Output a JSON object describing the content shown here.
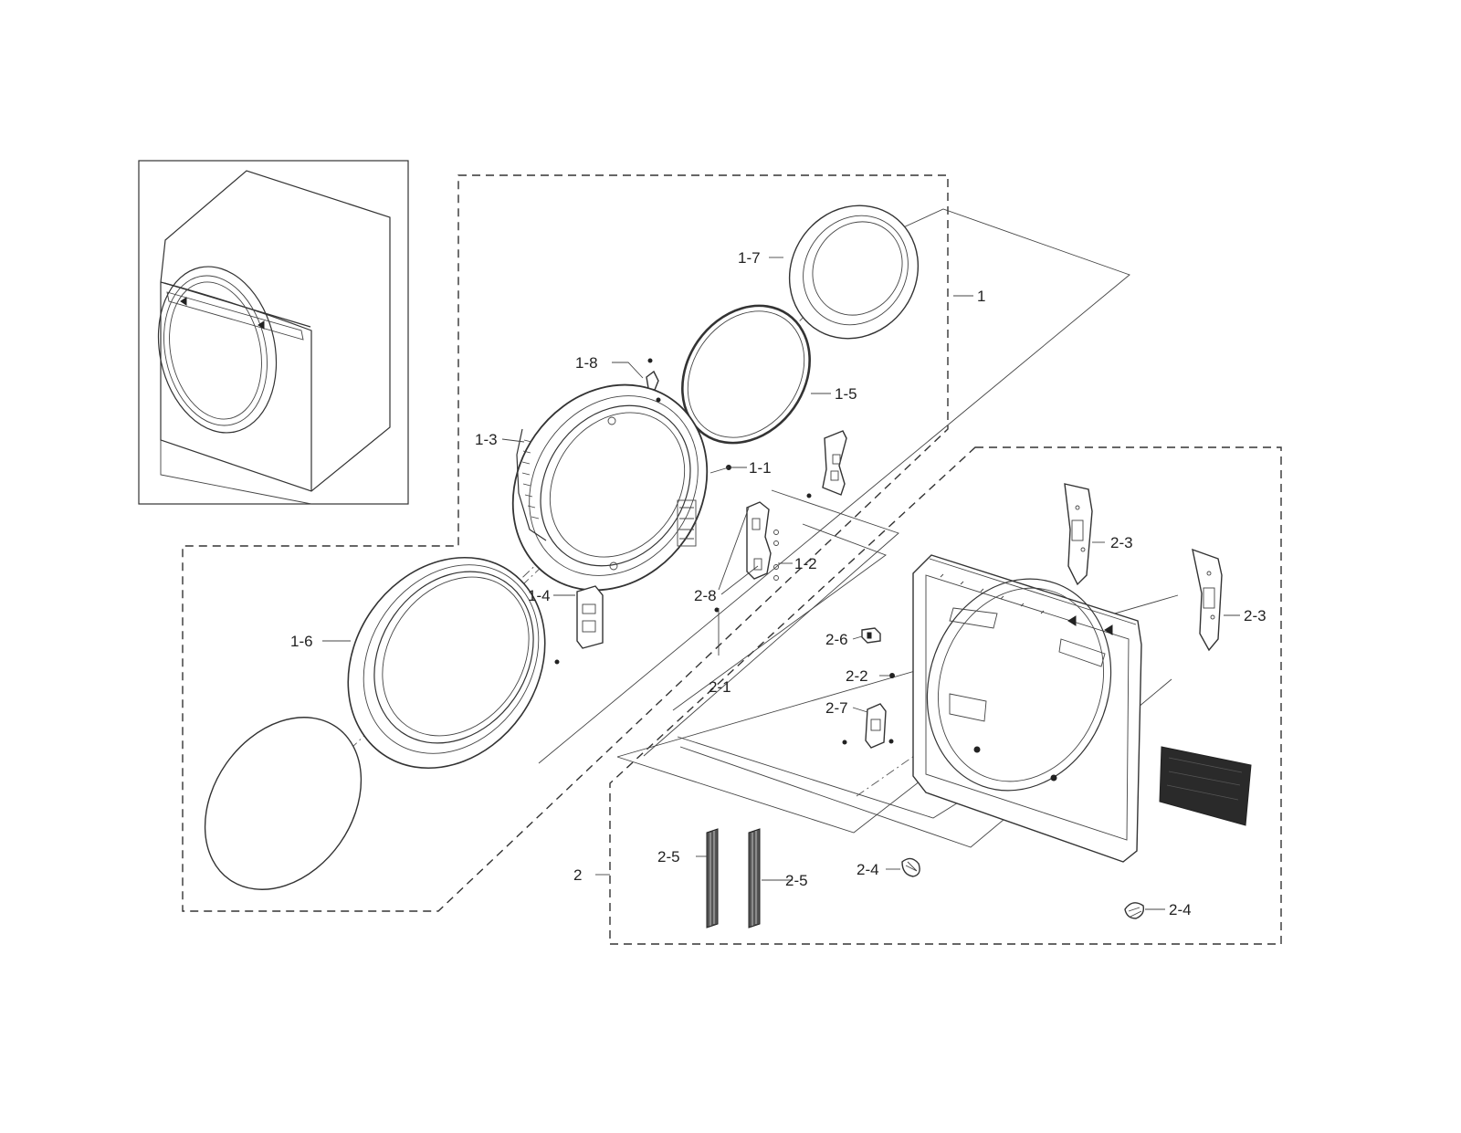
{
  "callouts": {
    "c1": "1",
    "c1_1": "1-1",
    "c1_2": "1-2",
    "c1_3": "1-3",
    "c1_4": "1-4",
    "c1_5": "1-5",
    "c1_6": "1-6",
    "c1_7": "1-7",
    "c1_8": "1-8",
    "c2": "2",
    "c2_1": "2-1",
    "c2_2": "2-2",
    "c2_3a": "2-3",
    "c2_3b": "2-3",
    "c2_4a": "2-4",
    "c2_4b": "2-4",
    "c2_5a": "2-5",
    "c2_5b": "2-5",
    "c2_6": "2-6",
    "c2_7": "2-7",
    "c2_8": "2-8"
  }
}
